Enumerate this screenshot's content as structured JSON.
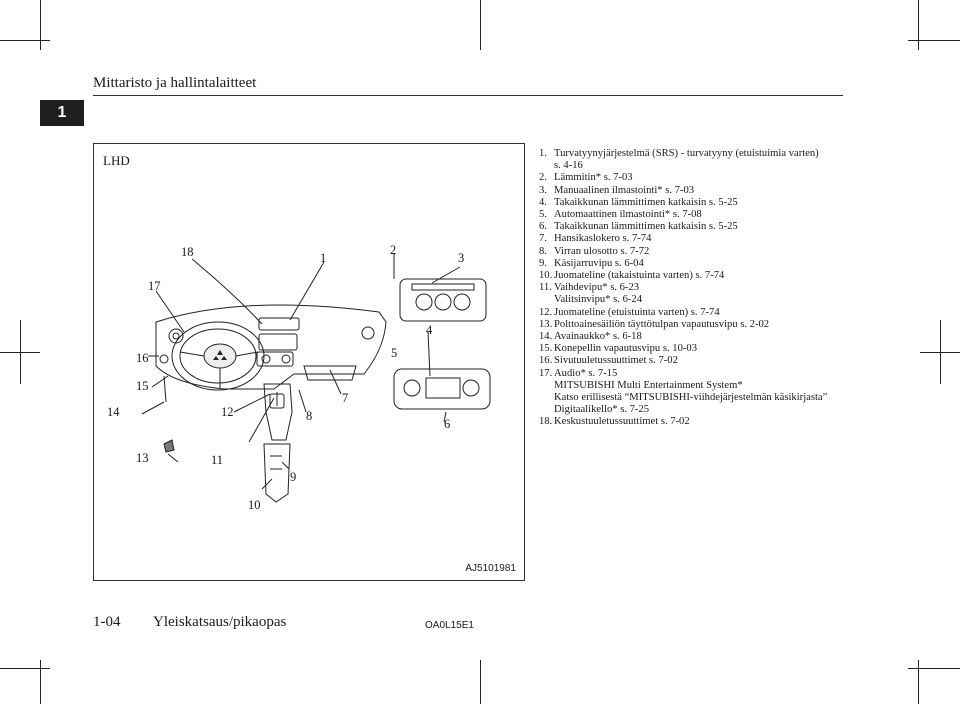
{
  "header": {
    "title": "Mittaristo ja hallintalaitteet",
    "chapter": "1"
  },
  "figure": {
    "variant_label": "LHD",
    "code": "AJ5101981",
    "callouts": {
      "c1": "1",
      "c2": "2",
      "c3": "3",
      "c4": "4",
      "c5": "5",
      "c6": "6",
      "c7": "7",
      "c8": "8",
      "c9": "9",
      "c10": "10",
      "c11": "11",
      "c12": "12",
      "c13": "13",
      "c14": "14",
      "c15": "15",
      "c16": "16",
      "c17": "17",
      "c18": "18"
    }
  },
  "legend": [
    {
      "num": "1.",
      "text": "Turvatyynyjärjestelmä (SRS) - turvatyyny (etuistuimia varten)",
      "cont": [
        "s. 4-16"
      ]
    },
    {
      "num": "2.",
      "text": "Lämmitin* s. 7-03",
      "cont": []
    },
    {
      "num": "3.",
      "text": "Manuaalinen ilmastointi* s. 7-03",
      "cont": []
    },
    {
      "num": "4.",
      "text": "Takaikkunan lämmittimen katkaisin s. 5-25",
      "cont": []
    },
    {
      "num": "5.",
      "text": "Automaattinen ilmastointi* s. 7-08",
      "cont": []
    },
    {
      "num": "6.",
      "text": "Takaikkunan lämmittimen katkaisin s. 5-25",
      "cont": []
    },
    {
      "num": "7.",
      "text": "Hansikaslokero s. 7-74",
      "cont": []
    },
    {
      "num": "8.",
      "text": "Virran ulosotto s. 7-72",
      "cont": []
    },
    {
      "num": "9.",
      "text": "Käsijarruvipu s. 6-04",
      "cont": []
    },
    {
      "num": "10.",
      "text": "Juomateline (takaistuinta varten) s. 7-74",
      "cont": []
    },
    {
      "num": "11.",
      "text": "Vaihdevipu* s. 6-23",
      "cont": [
        "Valitsinvipu* s. 6-24"
      ]
    },
    {
      "num": "12.",
      "text": "Juomateline (etuistuinta varten) s. 7-74",
      "cont": []
    },
    {
      "num": "13.",
      "text": "Polttoainesäiliön täyttötulpan vapautusvipu s. 2-02",
      "cont": []
    },
    {
      "num": "14.",
      "text": "Avainaukko* s. 6-18",
      "cont": []
    },
    {
      "num": "15.",
      "text": "Konepellin vapautusvipu s. 10-03",
      "cont": []
    },
    {
      "num": "16.",
      "text": "Sivutuuletussuuttimet s. 7-02",
      "cont": []
    },
    {
      "num": "17.",
      "text": "Audio* s. 7-15",
      "cont": [
        "MITSUBISHI Multi Entertainment System*",
        "Katso erillisestä “MITSUBISHI-viihdejärjestelmän käsikirjasta”",
        "Digitaalikello* s. 7-25"
      ]
    },
    {
      "num": "18.",
      "text": "Keskustuuletussuuttimet s. 7-02",
      "cont": []
    }
  ],
  "footer": {
    "page": "1-04",
    "section": "Yleiskatsaus/pikaopas",
    "doc_code": "OA0L15E1"
  }
}
